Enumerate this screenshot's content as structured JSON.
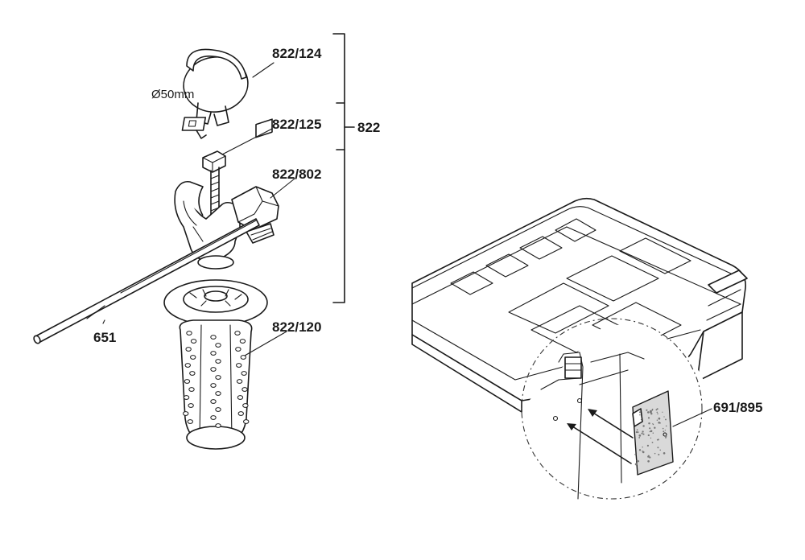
{
  "labels": {
    "p822_124": "822/124",
    "p822_125": "822/125",
    "p822": "822",
    "p822_802": "822/802",
    "p651": "651",
    "p822_120": "822/120",
    "p691_895": "691/895",
    "clamp_dimension": "Ø50mm"
  }
}
